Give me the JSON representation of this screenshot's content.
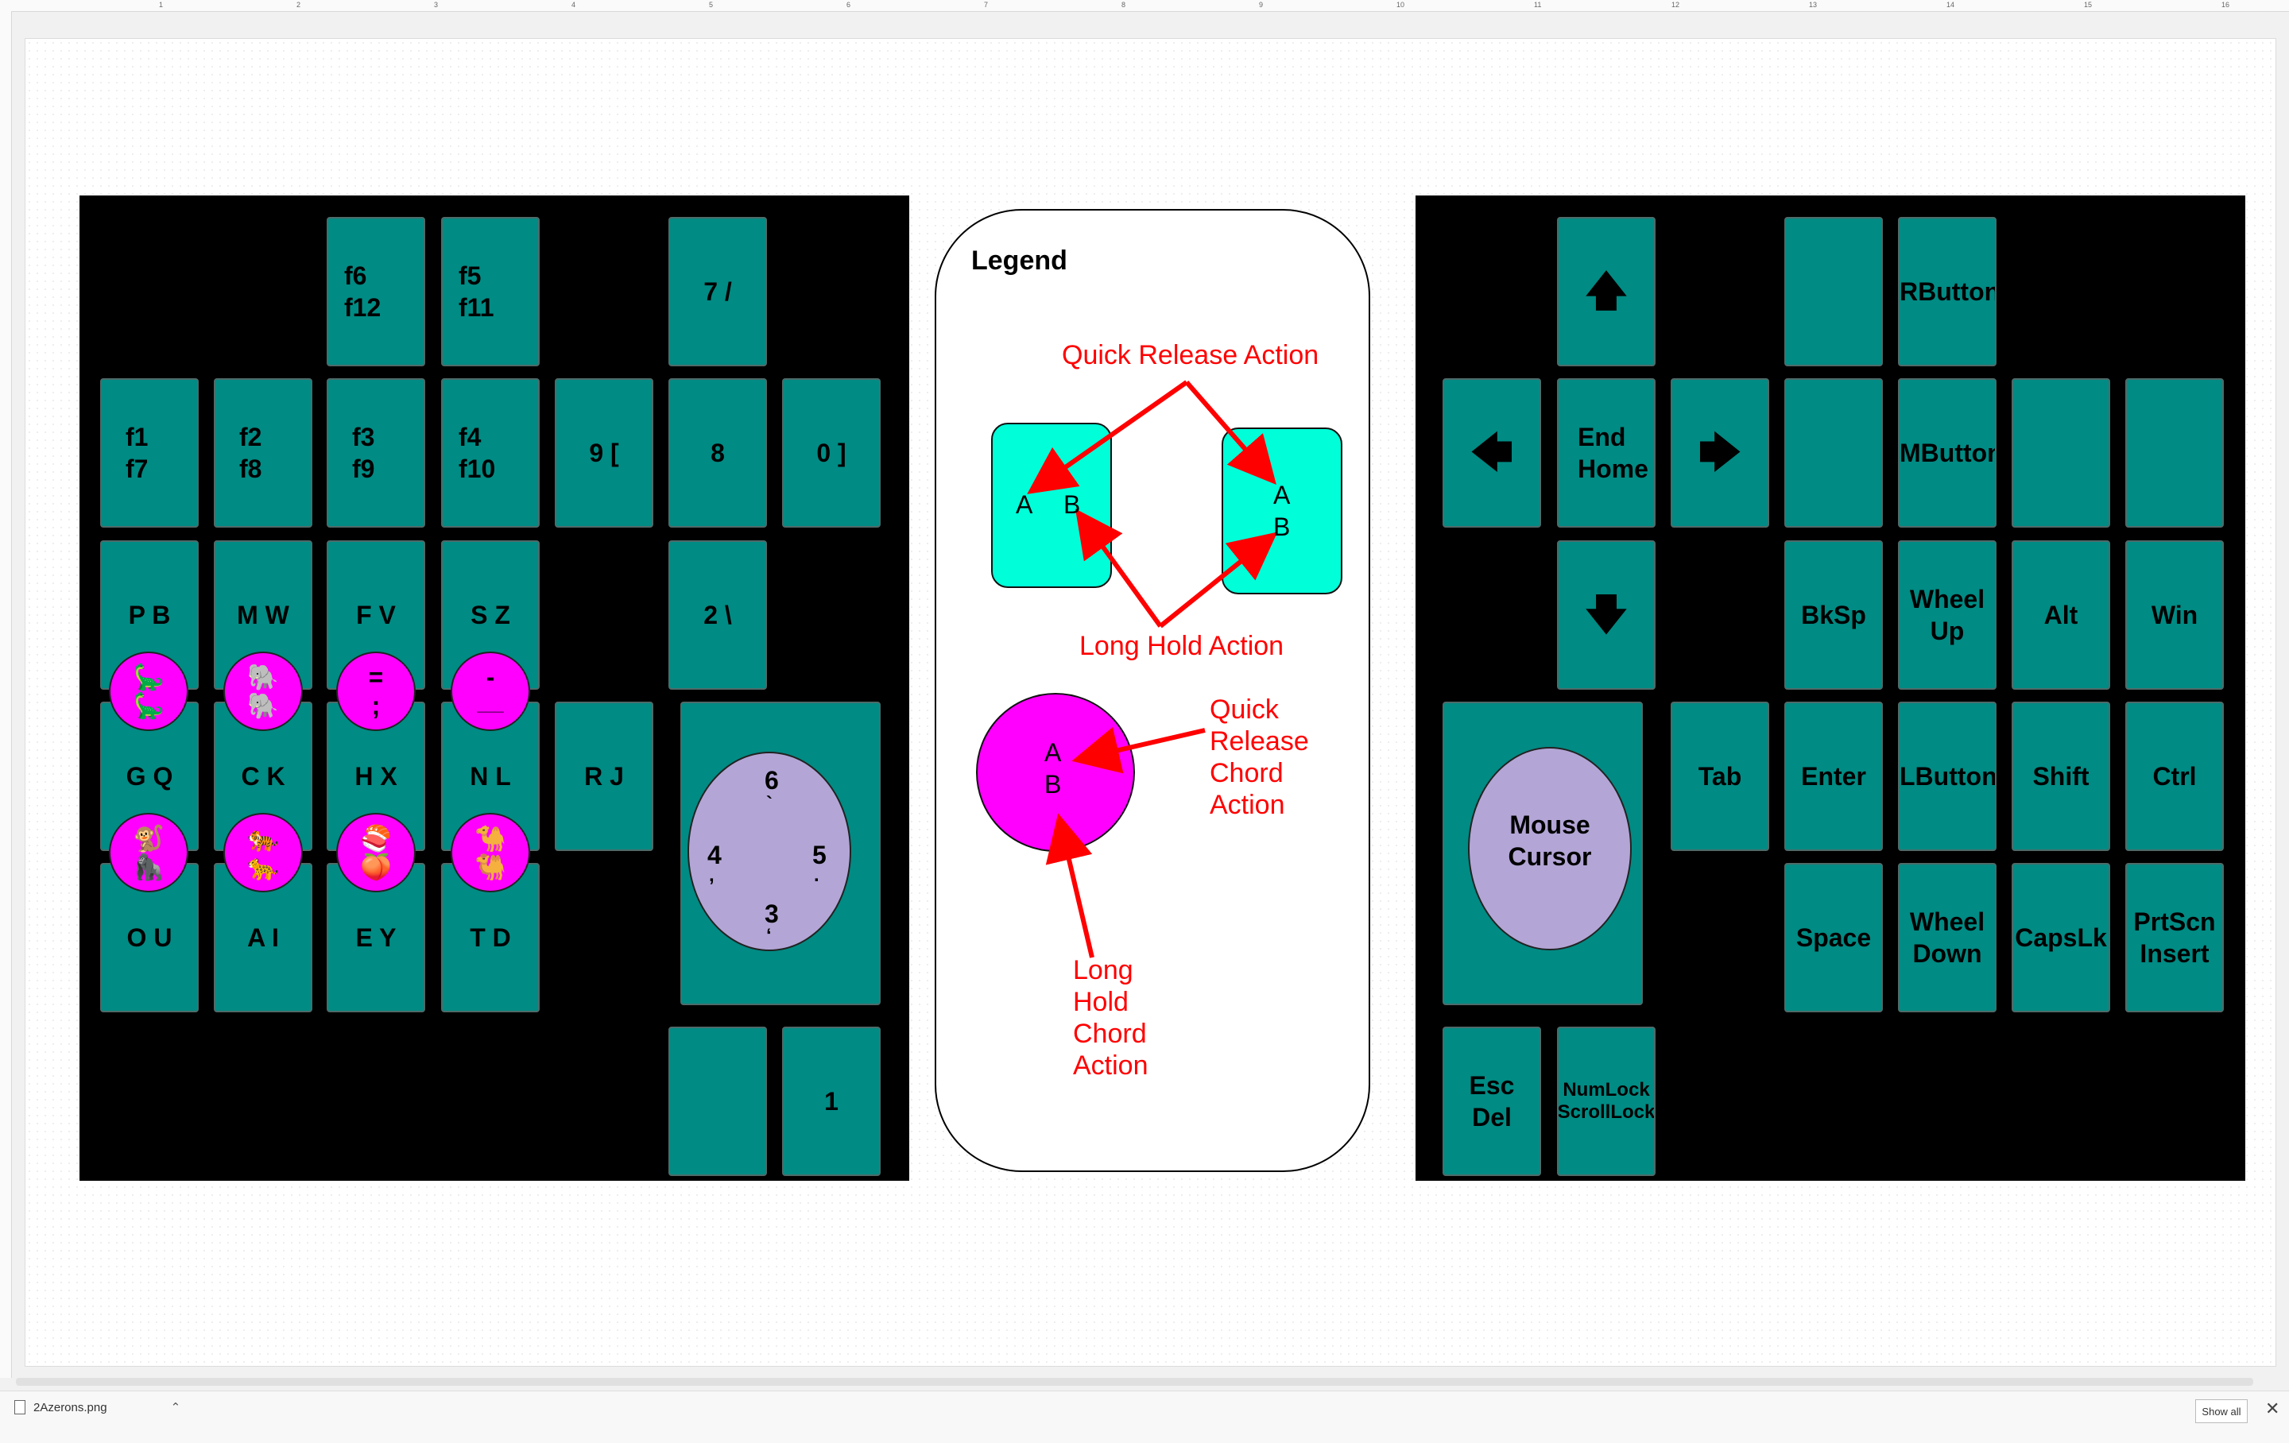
{
  "ruler": {
    "numbers": [
      "1",
      "2",
      "3",
      "4",
      "5",
      "6",
      "7",
      "8",
      "9",
      "10",
      "11",
      "12",
      "13",
      "14",
      "15",
      "16"
    ]
  },
  "left_board": {
    "keys": [
      {
        "id": "f6f12",
        "label": "f6\nf12"
      },
      {
        "id": "f5f11",
        "label": "f5\nf11"
      },
      {
        "id": "7slash",
        "label": "7   /"
      },
      {
        "id": "f1f7",
        "label": "f1\nf7"
      },
      {
        "id": "f2f8",
        "label": "f2\nf8"
      },
      {
        "id": "f3f9",
        "label": "f3\nf9"
      },
      {
        "id": "f4f10",
        "label": "f4\nf10"
      },
      {
        "id": "9bracket",
        "label": "9   ["
      },
      {
        "id": "8",
        "label": "8"
      },
      {
        "id": "0bracket",
        "label": "0   ]"
      },
      {
        "id": "pb",
        "label": "P   B"
      },
      {
        "id": "mw",
        "label": "M   W"
      },
      {
        "id": "fv",
        "label": "F  V"
      },
      {
        "id": "sz",
        "label": "S   Z"
      },
      {
        "id": "2backslash",
        "label": "2  \\"
      },
      {
        "id": "gq",
        "label": "G   Q"
      },
      {
        "id": "ck",
        "label": "C   K"
      },
      {
        "id": "hx",
        "label": "H   X"
      },
      {
        "id": "nl",
        "label": "N   L"
      },
      {
        "id": "rj",
        "label": "R   J"
      },
      {
        "id": "ou",
        "label": "O   U"
      },
      {
        "id": "ai",
        "label": "A   I"
      },
      {
        "id": "ey",
        "label": "E   Y"
      },
      {
        "id": "td",
        "label": "T   D"
      },
      {
        "id": "blank1",
        "label": ""
      },
      {
        "id": "1",
        "label": "1"
      }
    ],
    "chords_row1": [
      {
        "top": "🦕",
        "bottom": "🦕"
      },
      {
        "top": "🐘",
        "bottom": "🐘"
      },
      {
        "top": "=",
        "bottom": ";"
      },
      {
        "top": "-",
        "bottom": "___"
      }
    ],
    "chords_row2": [
      {
        "top": "🐒",
        "bottom": "🦍"
      },
      {
        "top": "🐅",
        "bottom": "🐆"
      },
      {
        "top": "🍣",
        "bottom": "🍑"
      },
      {
        "top": "🐪",
        "bottom": "🐫"
      }
    ],
    "dial": {
      "top": "6",
      "top_sub": "`",
      "left": "4",
      "left_sub": ",",
      "right": "5",
      "right_sub": ".",
      "bottom": "3",
      "bottom_sub": "‘"
    }
  },
  "legend": {
    "title": "Legend",
    "quick_release": "Quick Release Action",
    "long_hold": "Long Hold Action",
    "key_a": "A",
    "key_b": "B",
    "chord_quick_lines": [
      "Quick",
      "Release",
      "Chord",
      "Action"
    ],
    "chord_long_lines": [
      "Long",
      "Hold",
      "Chord",
      "Action"
    ],
    "colors": {
      "arrow": "#ff0000",
      "key_fill": "#00ffd9",
      "chord_fill": "#ff00ff"
    }
  },
  "right_board": {
    "keys": [
      {
        "id": "up",
        "label": "🡅"
      },
      {
        "id": "blankA",
        "label": ""
      },
      {
        "id": "rbutton",
        "label": "RButton"
      },
      {
        "id": "left",
        "label": "🡄"
      },
      {
        "id": "endhome",
        "label": "End\nHome"
      },
      {
        "id": "right",
        "label": "🡆"
      },
      {
        "id": "blankB",
        "label": ""
      },
      {
        "id": "mbutton",
        "label": "MButton"
      },
      {
        "id": "blankC",
        "label": ""
      },
      {
        "id": "blankD",
        "label": ""
      },
      {
        "id": "down",
        "label": "🡇"
      },
      {
        "id": "bksp",
        "label": "BkSp"
      },
      {
        "id": "wheelup",
        "label": "Wheel\nUp"
      },
      {
        "id": "alt",
        "label": "Alt"
      },
      {
        "id": "win",
        "label": "Win"
      },
      {
        "id": "tab",
        "label": "Tab"
      },
      {
        "id": "enter",
        "label": "Enter"
      },
      {
        "id": "lbutton",
        "label": "LButton"
      },
      {
        "id": "shift",
        "label": "Shift"
      },
      {
        "id": "ctrl",
        "label": "Ctrl"
      },
      {
        "id": "space",
        "label": "Space"
      },
      {
        "id": "wheeldown",
        "label": "Wheel\nDown"
      },
      {
        "id": "capslk",
        "label": "CapsLk"
      },
      {
        "id": "prtscn",
        "label": "PrtScn\nInsert"
      },
      {
        "id": "escdel",
        "label": "Esc\nDel"
      },
      {
        "id": "numlock",
        "label": "NumLock\nScrollLock"
      }
    ],
    "mouse": "Mouse\nCursor"
  },
  "status": {
    "filename": "2Azerons.png",
    "show_all": "Show all"
  }
}
